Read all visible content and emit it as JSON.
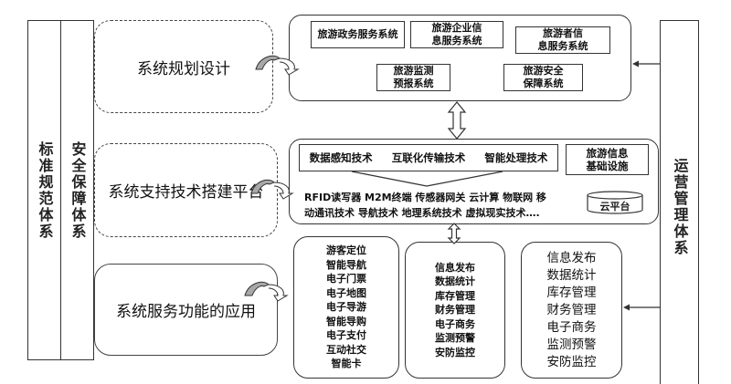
{
  "left_columns": [
    {
      "id": "standards",
      "label": "标准规范体系"
    },
    {
      "id": "security",
      "label": "安全保障体系"
    }
  ],
  "right_column": {
    "label": "运营管理体系"
  },
  "phases": [
    {
      "id": "planning",
      "label": "系统规划设计",
      "border": "dashed"
    },
    {
      "id": "platform",
      "label": "系统支持技术搭建平台",
      "border": "dashed"
    },
    {
      "id": "application",
      "label": "系统服务功能的应用",
      "border": "solid"
    }
  ],
  "planning_panel": {
    "systems": [
      {
        "label": "旅游政务服务系统"
      },
      {
        "label": "旅游企业信\n息服务系统"
      },
      {
        "label": "旅游者信\n息服务系统"
      },
      {
        "label": "旅游监测\n预报系统"
      },
      {
        "label": "旅游安全\n保障系统"
      }
    ]
  },
  "platform_panel": {
    "core_technologies": [
      "数据感知技术",
      "互联化传输技术",
      "智能处理技术"
    ],
    "infrastructure": "旅游信息\n基础设施",
    "tech_line_1": "RFID读写器 M2M终端 传感器网关 云计算 物联网 移",
    "tech_line_2": "动通讯技术 导航技术 地理系统技术 虚拟现实技术….",
    "cloud_platform": "云平台"
  },
  "application_panels": {
    "tourist_services": [
      "游客定位",
      "智能导航",
      "电子门票",
      "电子地图",
      "电子导游",
      "智能导购",
      "电子支付",
      "互动社交",
      "智能卡"
    ],
    "enterprise_services": [
      "信息发布",
      "数据统计",
      "库存管理",
      "财务管理",
      "电子商务",
      "监测预警",
      "安防监控"
    ],
    "management_services": [
      "信息发布",
      "数据统计",
      "库存管理",
      "财务管理",
      "电子商务",
      "监测预警",
      "安防监控"
    ]
  },
  "colors": {
    "line": "#333333",
    "arrow_fill": "#a8a8a8",
    "background": "#ffffff"
  }
}
